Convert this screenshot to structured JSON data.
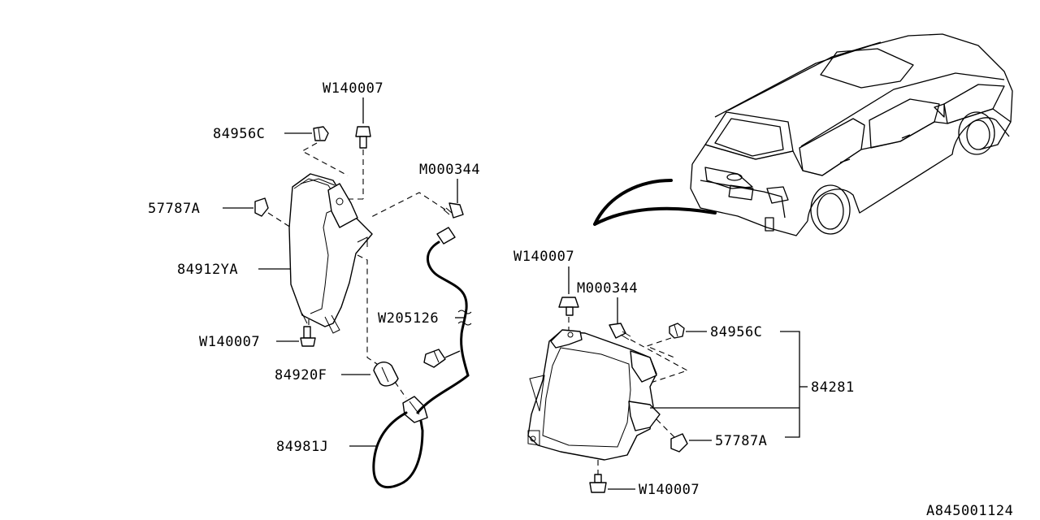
{
  "labels": {
    "w140007_top": "W140007",
    "c84956_left": "84956C",
    "m000344_top": "M000344",
    "a57787_left": "57787A",
    "ya84912": "84912YA",
    "w140007_left": "W140007",
    "w205126": "W205126",
    "f84920": "84920F",
    "j84981": "84981J",
    "w140007_mid": "W140007",
    "m000344_mid": "M000344",
    "c84956_right": "84956C",
    "assy84281": "84281",
    "a57787_right": "57787A",
    "w140007_bottom": "W140007",
    "diagram_id": "A845001124"
  },
  "icons": [
    "clip-icon",
    "bolt-icon",
    "screw-icon",
    "nut-icon",
    "bulb-icon",
    "socket-icon",
    "lamp-icon",
    "car-icon"
  ]
}
